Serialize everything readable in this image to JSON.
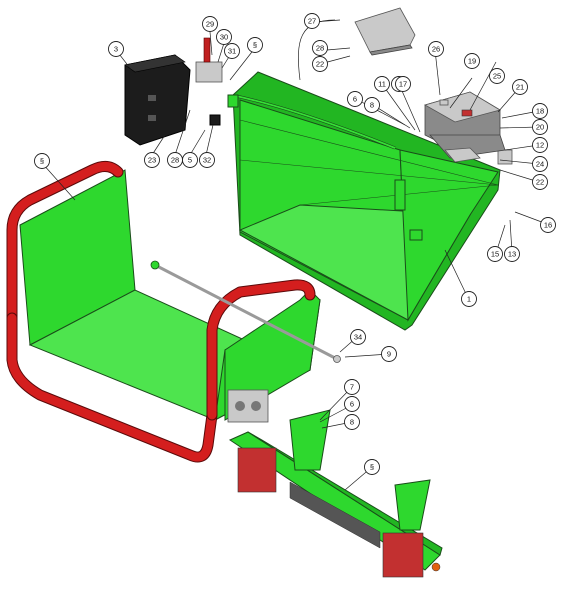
{
  "diagram": {
    "callouts": [
      {
        "id": "c1",
        "label": "1"
      },
      {
        "id": "c3",
        "label": "3"
      },
      {
        "id": "c5",
        "label": "5"
      },
      {
        "id": "c6a",
        "label": "6"
      },
      {
        "id": "c6b",
        "label": "6"
      },
      {
        "id": "c7",
        "label": "7"
      },
      {
        "id": "c8a",
        "label": "8"
      },
      {
        "id": "c8b",
        "label": "8"
      },
      {
        "id": "c9",
        "label": "9"
      },
      {
        "id": "c10",
        "label": "10"
      },
      {
        "id": "c11",
        "label": "11"
      },
      {
        "id": "c12",
        "label": "12"
      },
      {
        "id": "c13",
        "label": "13"
      },
      {
        "id": "c15",
        "label": "15"
      },
      {
        "id": "c16",
        "label": "16"
      },
      {
        "id": "c17",
        "label": "17"
      },
      {
        "id": "c18",
        "label": "18"
      },
      {
        "id": "c19",
        "label": "19"
      },
      {
        "id": "c20",
        "label": "20"
      },
      {
        "id": "c21",
        "label": "21"
      },
      {
        "id": "c22a",
        "label": "22"
      },
      {
        "id": "c22b",
        "label": "22"
      },
      {
        "id": "c23",
        "label": "23"
      },
      {
        "id": "c24",
        "label": "24"
      },
      {
        "id": "c25",
        "label": "25"
      },
      {
        "id": "c26",
        "label": "26"
      },
      {
        "id": "c27",
        "label": "27"
      },
      {
        "id": "c28a",
        "label": "28"
      },
      {
        "id": "c28b",
        "label": "28"
      },
      {
        "id": "c29",
        "label": "29"
      },
      {
        "id": "c30",
        "label": "30"
      },
      {
        "id": "c31",
        "label": "31"
      },
      {
        "id": "c32",
        "label": "32"
      },
      {
        "id": "c34",
        "label": "34"
      },
      {
        "id": "cFa",
        "label": "§"
      },
      {
        "id": "cFb",
        "label": "§"
      },
      {
        "id": "cFc",
        "label": "§"
      }
    ]
  },
  "colors": {
    "frame_green": "#2ed82e",
    "handle_red": "#d41e1e",
    "battery_black": "#1c1c1c",
    "hardware_grey": "#c9c9c9"
  }
}
